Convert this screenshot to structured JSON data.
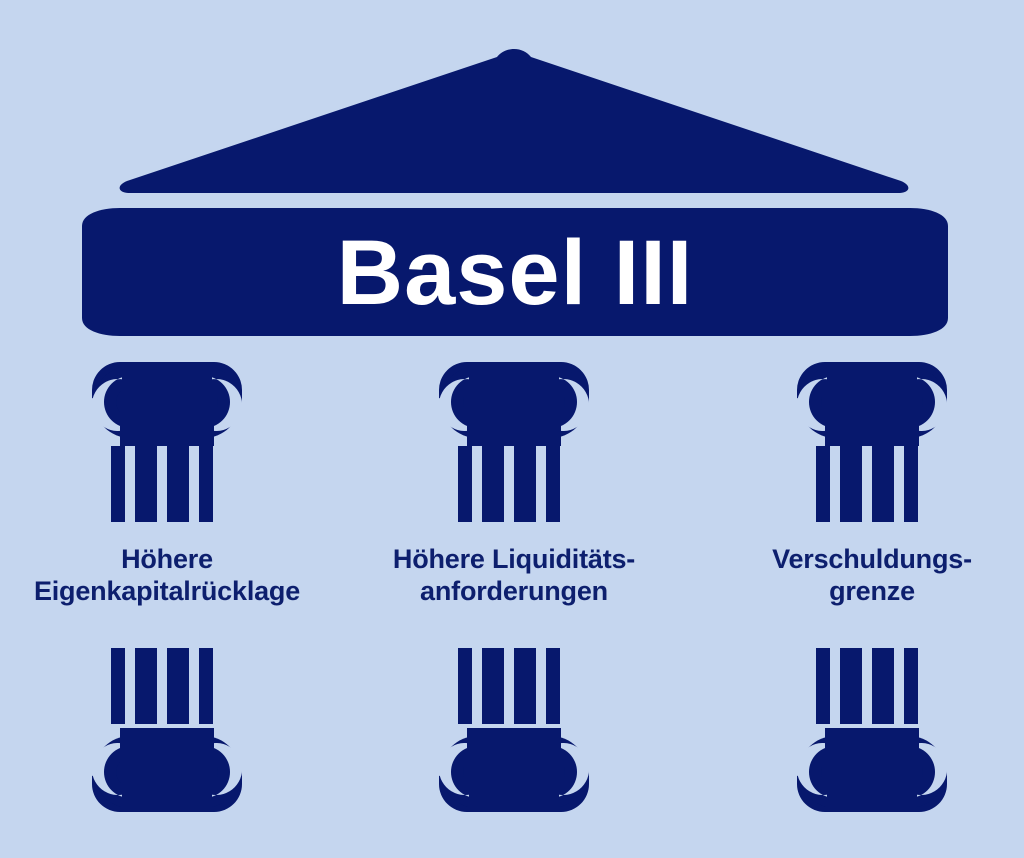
{
  "graphic": {
    "kind": "temple-infographic",
    "title": "Basel III",
    "colors": {
      "background": "#c5d6ef",
      "navy": "#07186d",
      "title_text": "#ffffff",
      "label_text": "#0d1f6e"
    },
    "roof": {
      "name": "pediment-roof"
    },
    "banner": {
      "name": "entablature-banner"
    },
    "pillars": [
      {
        "id": "pillar-1",
        "label": "Höhere\nEigenkapitalrücklage",
        "label_lines": [
          "Höhere",
          "Eigenkapitalrücklage"
        ]
      },
      {
        "id": "pillar-2",
        "label": "Höhere Liquiditäts-\nanforderungen",
        "label_lines": [
          "Höhere Liquiditäts-",
          "anforderungen"
        ]
      },
      {
        "id": "pillar-3",
        "label": "Verschuldungs-\ngrenze",
        "label_lines": [
          "Verschuldungs-",
          "grenze"
        ]
      }
    ]
  }
}
